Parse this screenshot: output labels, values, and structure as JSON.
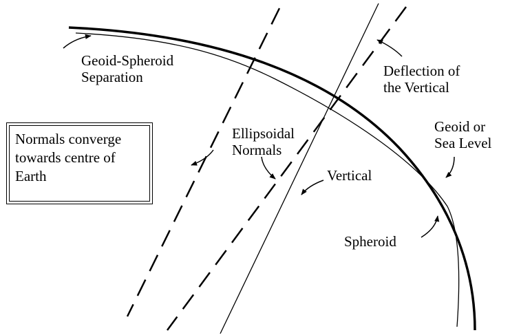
{
  "labels": {
    "geoid_spheroid_separation": "Geoid-Spheroid\nSeparation",
    "deflection_of_vertical": "Deflection of\nthe Vertical",
    "ellipsoidal_normals": "Ellipsoidal\nNormals",
    "geoid_sea_level": "Geoid or\nSea Level",
    "vertical": "Vertical",
    "spheroid": "Spheroid"
  },
  "note": {
    "text": "Normals converge\ntowards centre of\nEarth"
  },
  "colors": {
    "ink": "#000000",
    "background": "#ffffff"
  }
}
